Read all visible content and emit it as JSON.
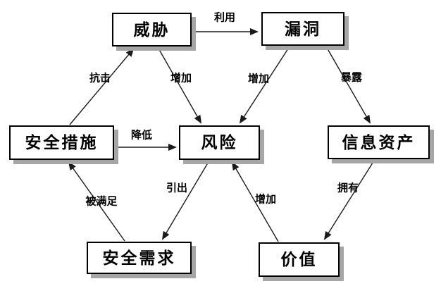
{
  "diagram": {
    "type": "concept-relationship-diagram",
    "colors": {
      "background": "#ffffff",
      "node_fill": "#ffffff",
      "node_border": "#000000",
      "node_shadow": "#a6a6a6",
      "line": "#1a1a1a",
      "text": "#000000"
    },
    "nodes": [
      {
        "id": "threat",
        "label": "威胁"
      },
      {
        "id": "vulnerability",
        "label": "漏洞"
      },
      {
        "id": "security-measures",
        "label": "安全措施"
      },
      {
        "id": "risk",
        "label": "风险"
      },
      {
        "id": "information-assets",
        "label": "信息资产"
      },
      {
        "id": "security-requirements",
        "label": "安全需求"
      },
      {
        "id": "value",
        "label": "价值"
      }
    ],
    "edges": [
      {
        "id": "exploit",
        "label": "利用",
        "from": "threat",
        "to": "vulnerability"
      },
      {
        "id": "resist",
        "label": "抗击",
        "from": "security-measures",
        "to": "threat"
      },
      {
        "id": "increase-threat-risk",
        "label": "增加",
        "from": "threat",
        "to": "risk"
      },
      {
        "id": "increase-vuln-risk",
        "label": "增加",
        "from": "vulnerability",
        "to": "risk"
      },
      {
        "id": "expose",
        "label": "暴露",
        "from": "vulnerability",
        "to": "information-assets"
      },
      {
        "id": "reduce",
        "label": "降低",
        "from": "security-measures",
        "to": "risk"
      },
      {
        "id": "derive",
        "label": "引出",
        "from": "risk",
        "to": "security-requirements"
      },
      {
        "id": "satisfied-by",
        "label": "被满足",
        "from": "security-requirements",
        "to": "security-measures"
      },
      {
        "id": "increase-value-risk",
        "label": "增加",
        "from": "value",
        "to": "risk"
      },
      {
        "id": "own",
        "label": "拥有",
        "from": "information-assets",
        "to": "value"
      }
    ]
  }
}
